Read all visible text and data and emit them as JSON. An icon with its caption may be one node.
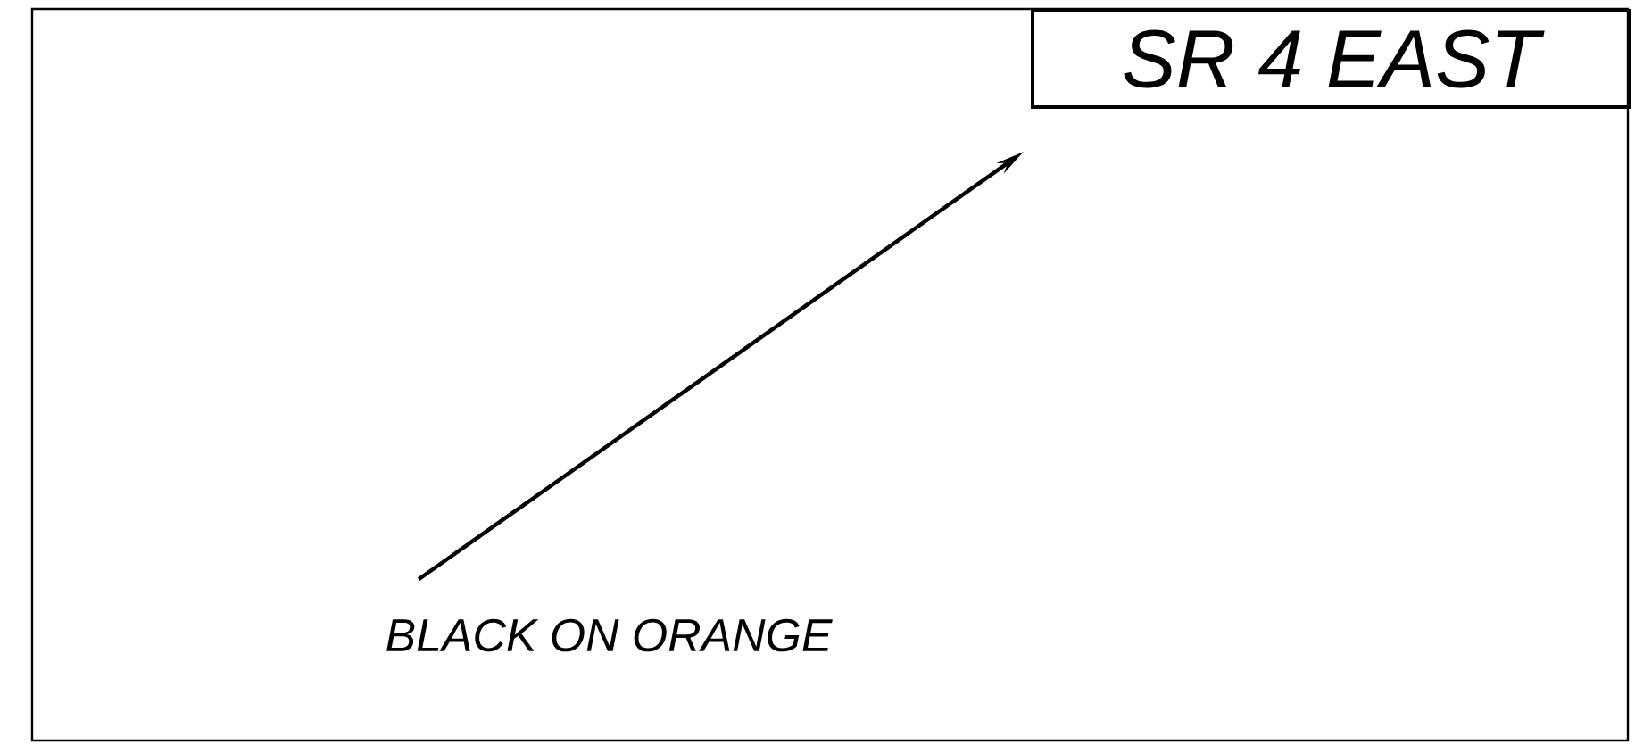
{
  "diagram": {
    "nodes": [
      {
        "text": [
          "SR 4 EAST"
        ]
      },
      {
        "text": [
          "BLACK ON ORANGE"
        ]
      }
    ],
    "edges": [
      {
        "from": 1,
        "to": 0,
        "arrow": "to"
      }
    ]
  }
}
